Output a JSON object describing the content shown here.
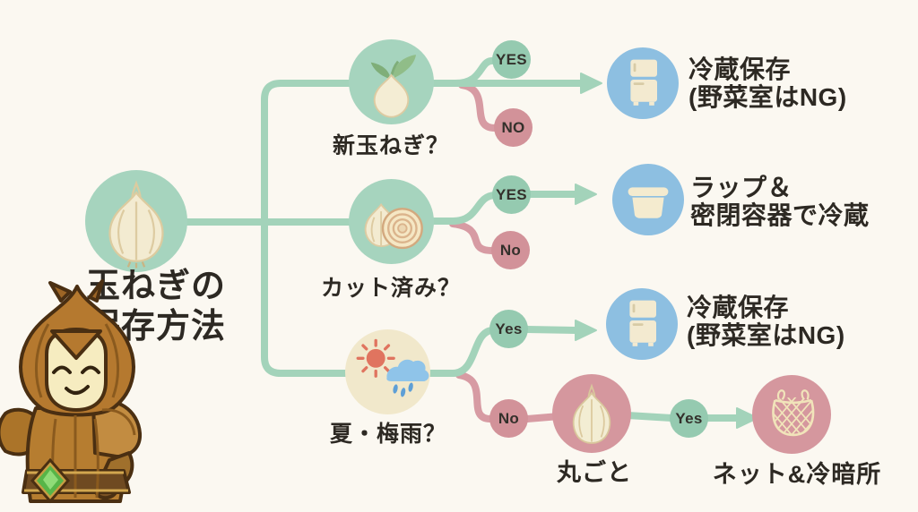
{
  "title": {
    "line1": "玉ねぎの",
    "line2": "保存方法"
  },
  "questions": [
    {
      "label": "新玉ねぎ？",
      "yes_label": "YES",
      "no_label": "NO"
    },
    {
      "label": "カット済み？",
      "yes_label": "YES",
      "no_label": "No"
    },
    {
      "label": "夏・梅雨？",
      "yes_label": "Yes",
      "no_label": "No"
    }
  ],
  "results": [
    {
      "line1": "冷蔵保存",
      "line2": "(野菜室はNG)"
    },
    {
      "line1": "ラップ＆",
      "line2": "密閉容器で冷蔵"
    },
    {
      "line1": "冷蔵保存",
      "line2": "(野菜室はNG)"
    }
  ],
  "whole_onion": {
    "label": "丸ごと",
    "yes_label": "Yes",
    "result_label": "ネット&冷暗所"
  },
  "icons": {
    "root": "onion-icon",
    "q1": "sprout-onion-icon",
    "q2": "cut-onion-icon",
    "q3": "sun-rain-icon",
    "result1": "refrigerator-icon",
    "result2": "sealed-container-icon",
    "result3": "refrigerator-icon",
    "whole": "whole-onion-icon",
    "net": "net-bag-icon",
    "mascot": "onion-knight-mascot"
  },
  "colors": {
    "background": "#fbf8f1",
    "node_green": "#a6d4be",
    "badge_green": "#95cab0",
    "badge_pink": "#d29299",
    "line_green": "#a3d3ba",
    "line_pink": "#d79ba3",
    "result_blue": "#8dbfe1",
    "cream_node": "#f1e8cb",
    "icon_cream": "#f3ebd1",
    "text_ink": "#2d2923"
  }
}
